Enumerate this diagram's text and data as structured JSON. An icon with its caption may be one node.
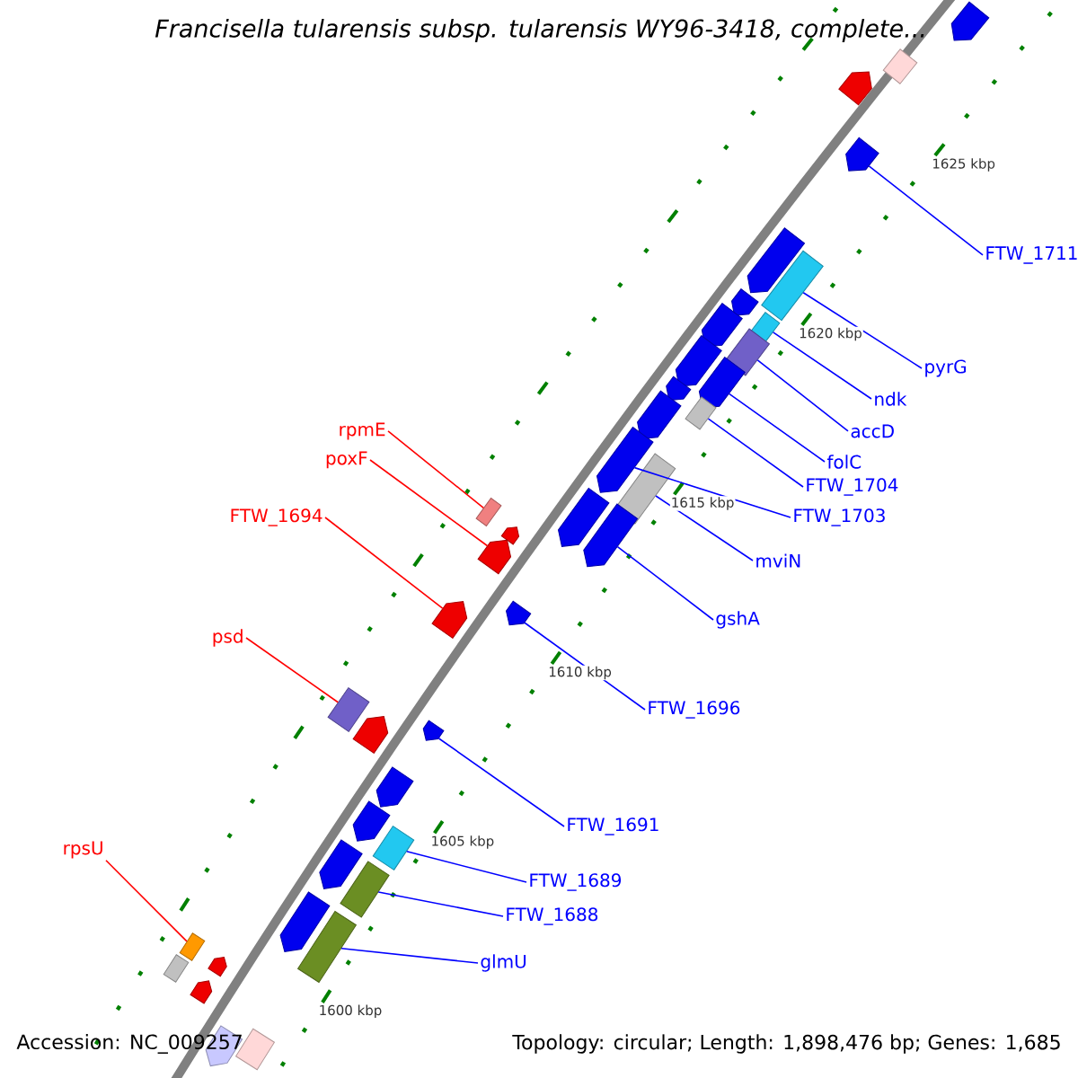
{
  "diagram": {
    "title": "Francisella tularensis subsp. tularensis WY96-3418, complete...",
    "nodes": [
      {
        "text": [
          "FTW_1711"
        ]
      },
      {
        "text": [
          "pyrG"
        ]
      },
      {
        "text": [
          "ndk"
        ]
      },
      {
        "text": [
          "accD"
        ]
      },
      {
        "text": [
          "folC"
        ]
      },
      {
        "text": [
          "FTW_1704"
        ]
      },
      {
        "text": [
          "FTW_1703"
        ]
      },
      {
        "text": [
          "rpmE"
        ]
      },
      {
        "text": [
          "poxF"
        ]
      },
      {
        "text": [
          "FTW_1694"
        ]
      },
      {
        "text": [
          "mviN"
        ]
      },
      {
        "text": [
          "gshA"
        ]
      },
      {
        "text": [
          "psd"
        ]
      },
      {
        "text": [
          "FTW_1696"
        ]
      },
      {
        "text": [
          "FTW_1691"
        ]
      },
      {
        "text": [
          "rpsU"
        ]
      },
      {
        "text": [
          "FTW_1689"
        ]
      },
      {
        "text": [
          "FTW_1688"
        ]
      },
      {
        "text": [
          "glmU"
        ]
      },
      {
        "text": [],
        "shape": "arrow"
      },
      {
        "text": [],
        "shape": "box"
      },
      {
        "text": [],
        "shape": "arrow"
      },
      {
        "text": [],
        "shape": "arrow"
      },
      {
        "text": [],
        "shape": "arrow"
      },
      {
        "text": [],
        "shape": "box"
      },
      {
        "text": [],
        "shape": "arrow"
      },
      {
        "text": [],
        "shape": "box"
      },
      {
        "text": [],
        "shape": "arrow"
      },
      {
        "text": [],
        "shape": "box"
      },
      {
        "text": [],
        "shape": "arrow"
      },
      {
        "text": [],
        "shape": "arrow"
      },
      {
        "text": [],
        "shape": "arrow"
      },
      {
        "text": [],
        "shape": "box"
      },
      {
        "text": [],
        "shape": "arrow"
      },
      {
        "text": [],
        "shape": "arrow"
      },
      {
        "text": [],
        "shape": "box"
      },
      {
        "text": [],
        "shape": "box"
      },
      {
        "text": [],
        "shape": "arrow"
      },
      {
        "text": [],
        "shape": "arrow"
      },
      {
        "text": [],
        "shape": "arrow"
      },
      {
        "text": [],
        "shape": "arrow"
      },
      {
        "text": [],
        "shape": "arrow"
      },
      {
        "text": [],
        "shape": "arrow"
      },
      {
        "text": [],
        "shape": "box"
      },
      {
        "text": [],
        "shape": "arrow"
      },
      {
        "text": [],
        "shape": "arrow"
      },
      {
        "text": [],
        "shape": "arrow"
      },
      {
        "text": [],
        "shape": "arrow"
      },
      {
        "text": [],
        "shape": "box"
      },
      {
        "text": [],
        "shape": "arrow"
      },
      {
        "text": [],
        "shape": "box"
      },
      {
        "text": [],
        "shape": "arrow"
      },
      {
        "text": [],
        "shape": "box"
      },
      {
        "text": [],
        "shape": "box"
      },
      {
        "text": [],
        "shape": "arrow"
      },
      {
        "text": [],
        "shape": "box"
      },
      {
        "text": [],
        "shape": "arrow"
      },
      {
        "text": [],
        "shape": "arrow"
      },
      {
        "text": [],
        "shape": "box"
      }
    ],
    "edges": [
      {
        "from": 0,
        "to": 22,
        "arrow": "none"
      },
      {
        "from": 1,
        "to": 24,
        "arrow": "none"
      },
      {
        "from": 2,
        "to": 26,
        "arrow": "none"
      },
      {
        "from": 3,
        "to": 28,
        "arrow": "none"
      },
      {
        "from": 4,
        "to": 30,
        "arrow": "none"
      },
      {
        "from": 5,
        "to": 32,
        "arrow": "none"
      },
      {
        "from": 6,
        "to": 34,
        "arrow": "none"
      },
      {
        "from": 7,
        "to": 36,
        "arrow": "none",
        "color": "#ff0000"
      },
      {
        "from": 8,
        "to": 40,
        "arrow": "none",
        "color": "#ff0000"
      },
      {
        "from": 9,
        "to": 41,
        "arrow": "none",
        "color": "#ff0000"
      },
      {
        "from": 10,
        "to": 35,
        "arrow": "none"
      },
      {
        "from": 11,
        "to": 39,
        "arrow": "none"
      },
      {
        "from": 12,
        "to": 43,
        "arrow": "none",
        "color": "#ff0000"
      },
      {
        "from": 13,
        "to": 42,
        "arrow": "none"
      },
      {
        "from": 14,
        "to": 45,
        "arrow": "none"
      },
      {
        "from": 15,
        "to": 52,
        "arrow": "none",
        "color": "#ff0000"
      },
      {
        "from": 16,
        "to": 48,
        "arrow": "none"
      },
      {
        "from": 17,
        "to": 50,
        "arrow": "none"
      },
      {
        "from": 18,
        "to": 53,
        "arrow": "none"
      }
    ],
    "labels": [
      "1625 kbp",
      "1620 kbp",
      "1615 kbp",
      "1610 kbp",
      "1605 kbp",
      "1600 kbp",
      "Accession: NC_009257",
      "Topology: circular; Length: 1,898,476 bp; Genes: 1,685"
    ]
  }
}
